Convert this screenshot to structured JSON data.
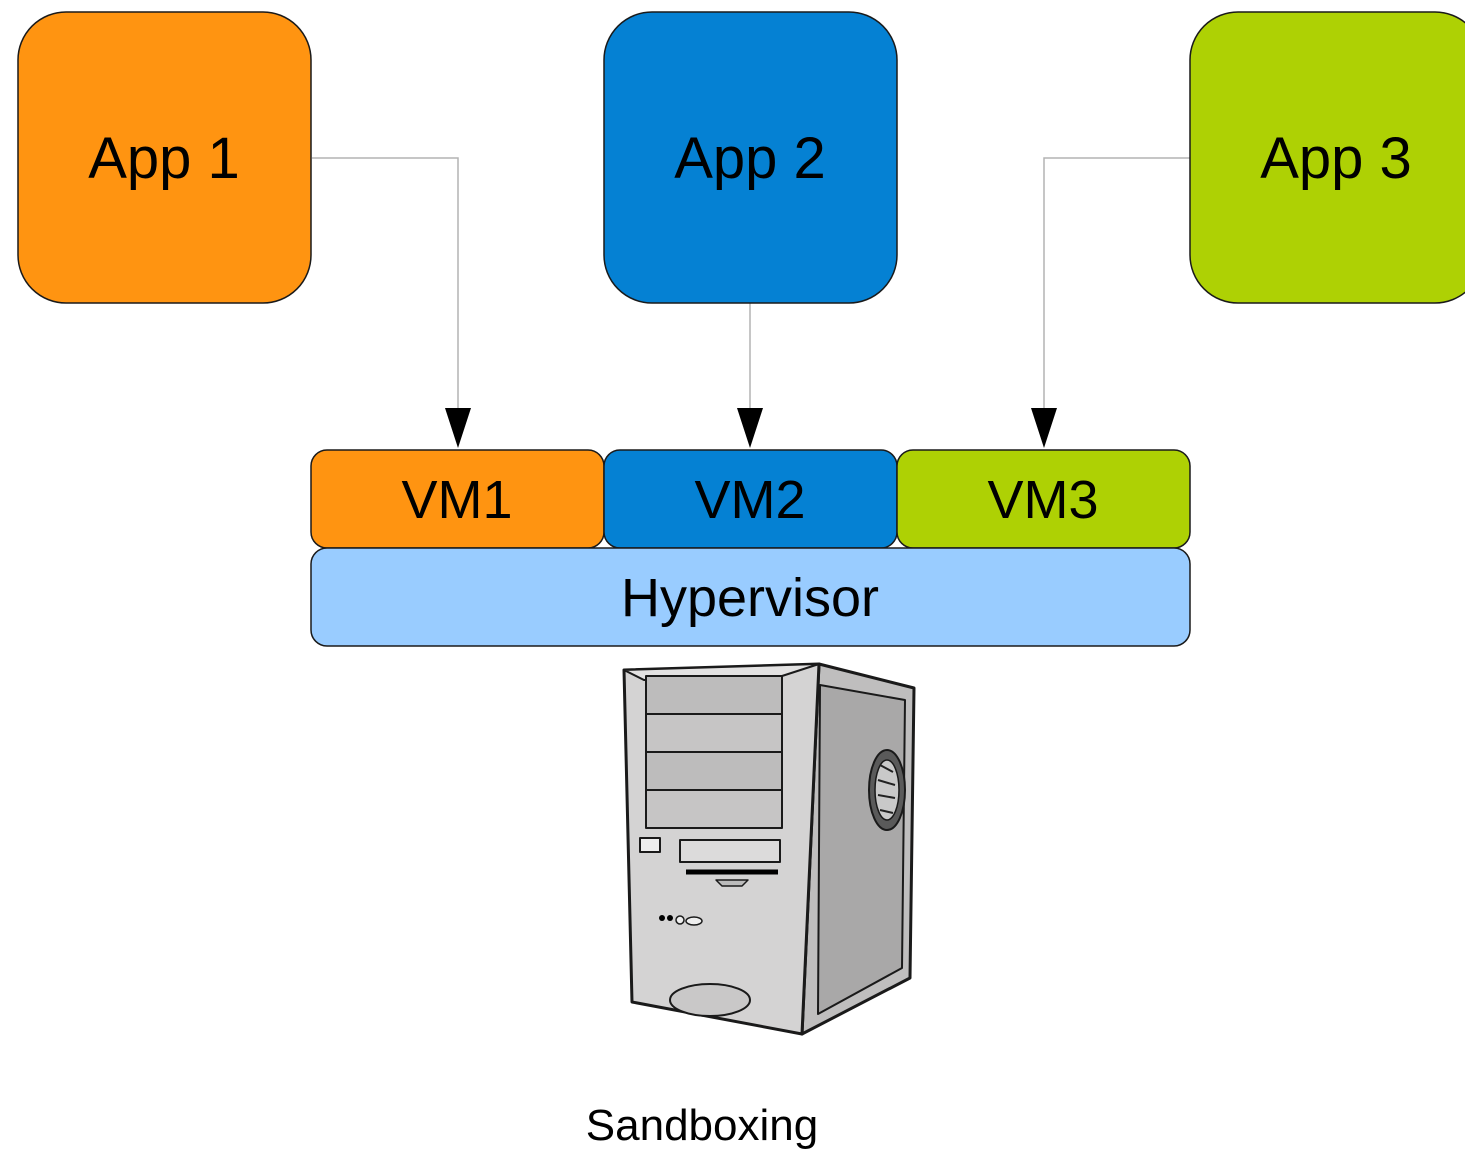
{
  "colors": {
    "orange": "#ff9411",
    "blue": "#0581d3",
    "green": "#aed104",
    "hypervisor": "#99ccff",
    "tower_light": "#d4d3d3",
    "tower_mid": "#bfbebe",
    "tower_dark": "#a7a6a6",
    "stroke": "#1a1a1a",
    "connector": "#b3b3b3"
  },
  "apps": [
    {
      "label": "App 1",
      "color_key": "orange"
    },
    {
      "label": "App 2",
      "color_key": "blue"
    },
    {
      "label": "App 3",
      "color_key": "green"
    }
  ],
  "vms": [
    {
      "label": "VM1",
      "color_key": "orange"
    },
    {
      "label": "VM2",
      "color_key": "blue"
    },
    {
      "label": "VM3",
      "color_key": "green"
    }
  ],
  "hypervisor": {
    "label": "Hypervisor"
  },
  "hardware": {
    "icon": "server-tower-icon"
  },
  "caption": "Sandboxing"
}
